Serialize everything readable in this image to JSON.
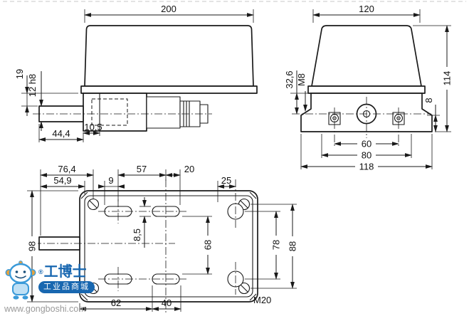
{
  "drawing": {
    "front": {
      "width": "200",
      "height_offset": "19",
      "shaft_dia": "12 h8",
      "shaft_len": "44,4",
      "flange_offset": "10,5"
    },
    "side": {
      "width": "120",
      "center_height": "32,6",
      "thread": "M8",
      "overall_height": "114",
      "foot_height": "8",
      "hole_spacing": "60",
      "slot_spacing": "80",
      "base_width": "118"
    },
    "plan": {
      "d76": "76,4",
      "d54": "54,9",
      "d9": "9",
      "d57": "57",
      "d20": "20",
      "d25": "25",
      "d98": "98",
      "d85": "8,5",
      "d68": "68",
      "d78": "78",
      "d88": "88",
      "d62": "62",
      "d40": "40",
      "gland_thread": "M20"
    }
  },
  "watermark": {
    "registered": "®",
    "brand": "工博士",
    "tagline": "工业品商城",
    "url": "www.gongboshi.com"
  }
}
